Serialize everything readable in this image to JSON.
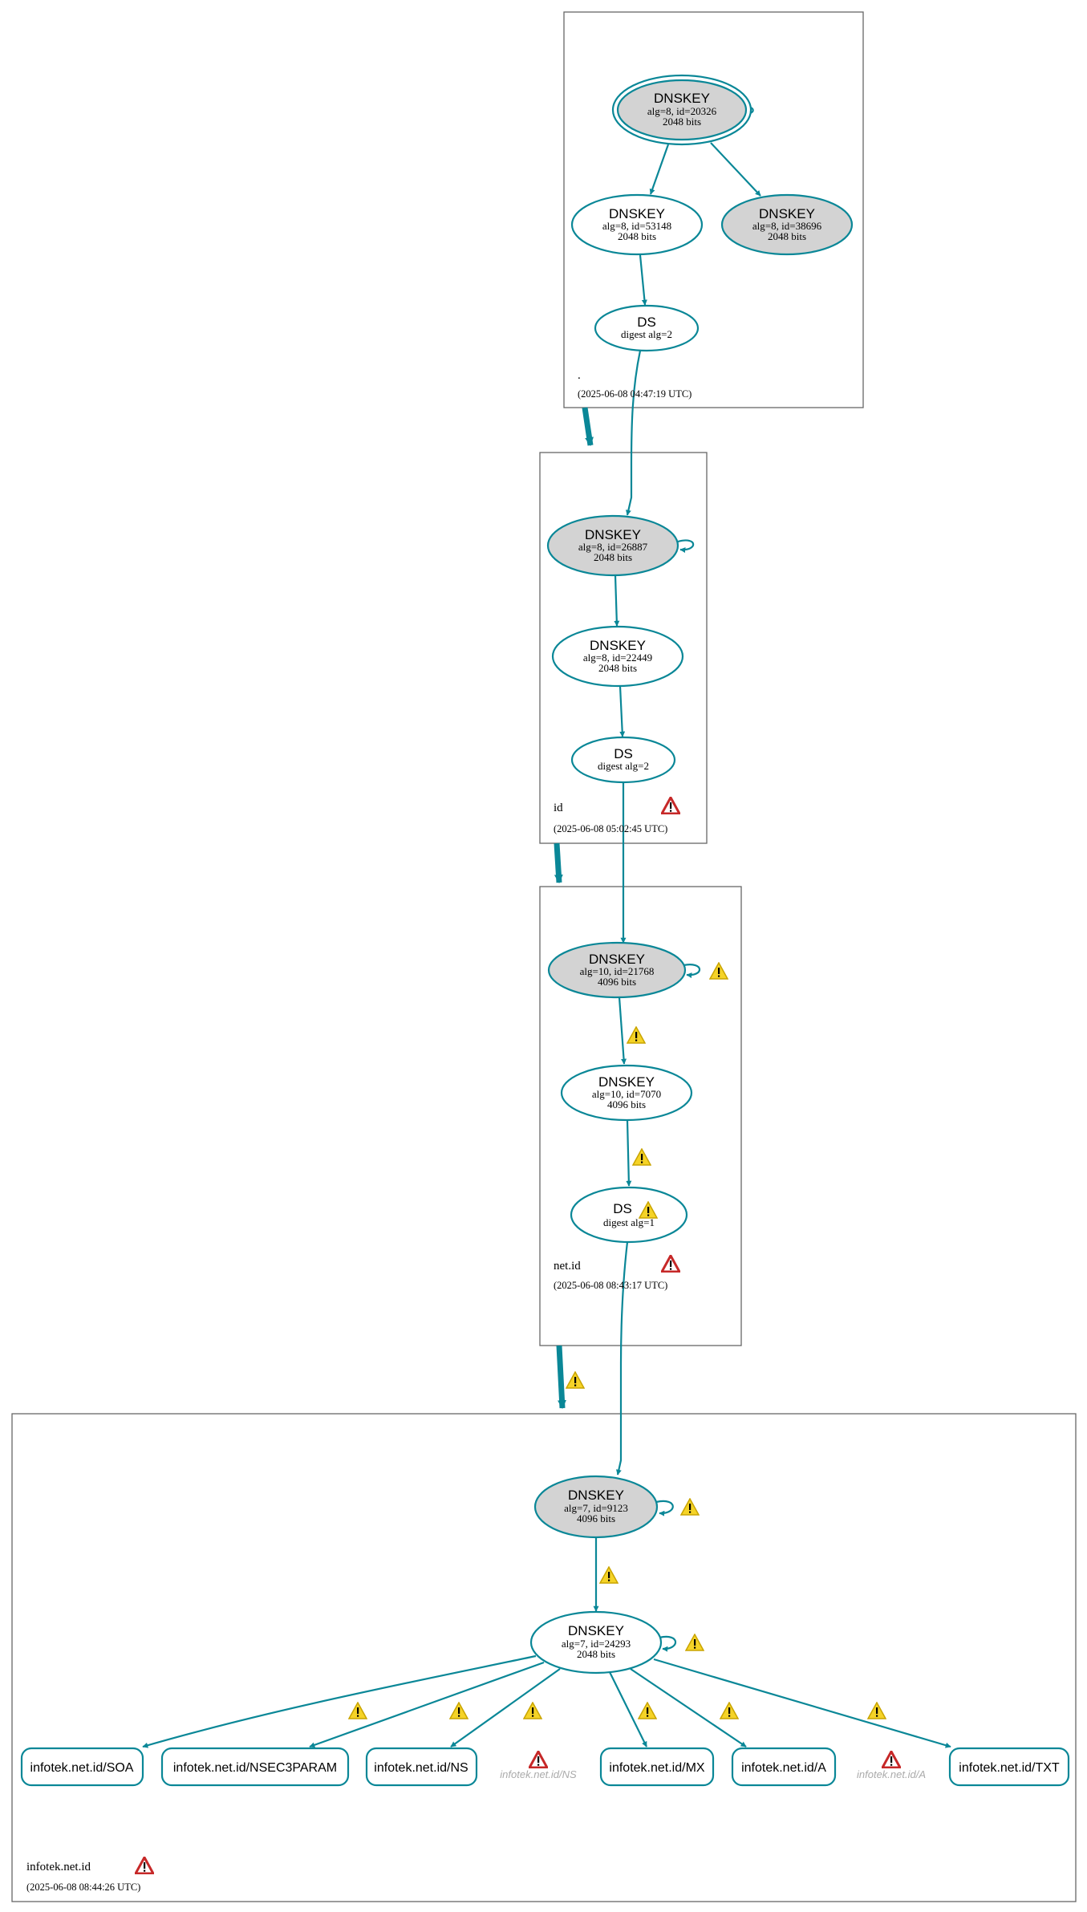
{
  "colors": {
    "edge": "#0a8797",
    "ksk_fill": "#d3d3d3",
    "warning": "#f2c811",
    "error": "#c62828"
  },
  "zones": [
    {
      "name": ".",
      "timestamp": "(2025-06-08 04:47:19 UTC)",
      "nodes": [
        {
          "type": "DNSKEY",
          "detail": "alg=8, id=20326",
          "bits": "2048 bits"
        },
        {
          "type": "DNSKEY",
          "detail": "alg=8, id=53148",
          "bits": "2048 bits"
        },
        {
          "type": "DNSKEY",
          "detail": "alg=8, id=38696",
          "bits": "2048 bits"
        },
        {
          "type": "DS",
          "detail": "digest alg=2"
        }
      ]
    },
    {
      "name": "id",
      "timestamp": "(2025-06-08 05:02:45 UTC)",
      "nodes": [
        {
          "type": "DNSKEY",
          "detail": "alg=8, id=26887",
          "bits": "2048 bits"
        },
        {
          "type": "DNSKEY",
          "detail": "alg=8, id=22449",
          "bits": "2048 bits"
        },
        {
          "type": "DS",
          "detail": "digest alg=2"
        }
      ]
    },
    {
      "name": "net.id",
      "timestamp": "(2025-06-08 08:43:17 UTC)",
      "nodes": [
        {
          "type": "DNSKEY",
          "detail": "alg=10, id=21768",
          "bits": "4096 bits"
        },
        {
          "type": "DNSKEY",
          "detail": "alg=10, id=7070",
          "bits": "4096 bits"
        },
        {
          "type": "DS",
          "detail": "digest alg=1"
        }
      ]
    },
    {
      "name": "infotek.net.id",
      "timestamp": "(2025-06-08 08:44:26 UTC)",
      "nodes": [
        {
          "type": "DNSKEY",
          "detail": "alg=7, id=9123",
          "bits": "4096 bits"
        },
        {
          "type": "DNSKEY",
          "detail": "alg=7, id=24293",
          "bits": "2048 bits"
        }
      ],
      "records": [
        "infotek.net.id/SOA",
        "infotek.net.id/NSEC3PARAM",
        "infotek.net.id/NS",
        "infotek.net.id/MX",
        "infotek.net.id/A",
        "infotek.net.id/TXT"
      ],
      "missing": [
        "infotek.net.id/NS",
        "infotek.net.id/A"
      ]
    }
  ]
}
